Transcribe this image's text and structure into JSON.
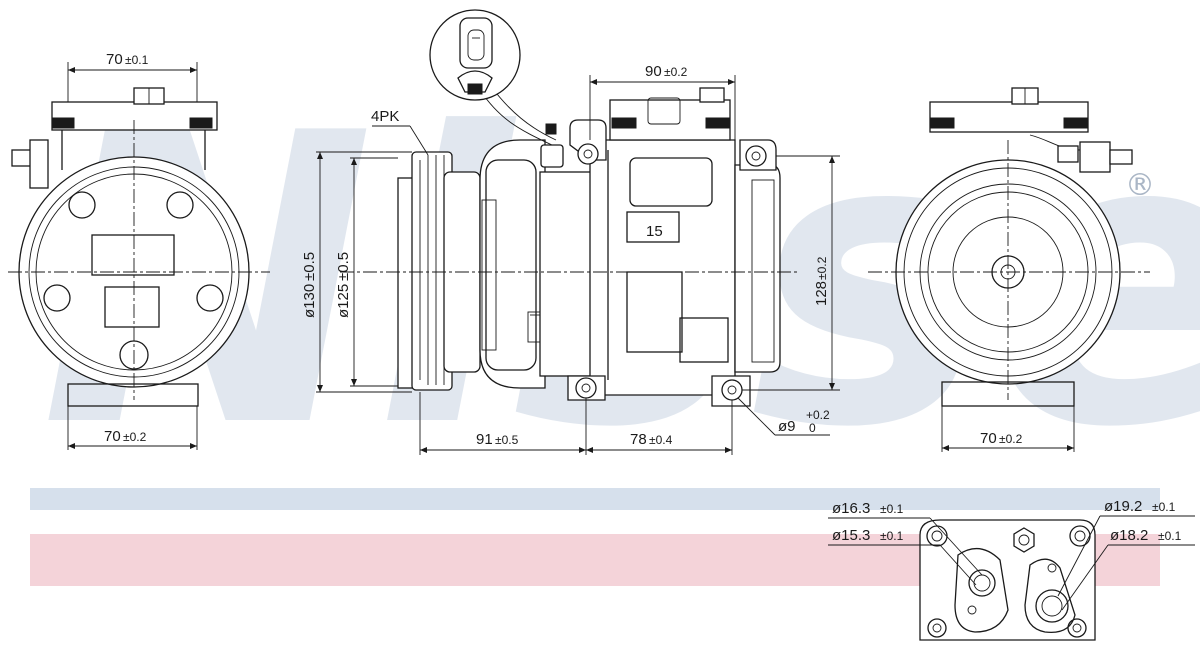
{
  "watermark": {
    "brand": "Nissens",
    "registered_mark": "®"
  },
  "colors": {
    "band_blue": "#d6e0ec",
    "band_red": "#f4d3d9",
    "watermark": "#c9d4e2",
    "line": "#1a1a1a"
  },
  "front_view": {
    "top_width": "70",
    "top_tol": "±0.1",
    "bottom_width": "70",
    "bottom_tol": "±0.2"
  },
  "side_view": {
    "belt_label": "4PK",
    "pulley_dia_outer": "ø130",
    "pulley_dia_outer_tol": "±0.5",
    "pulley_dia_inner": "ø125",
    "pulley_dia_inner_tol": "±0.5",
    "top_width": "90",
    "top_tol": "±0.2",
    "height": "128",
    "height_tol": "±0.2",
    "part_label": "15",
    "bottom_left": "91",
    "bottom_left_tol": "±0.5",
    "bottom_right": "78",
    "bottom_right_tol": "±0.4",
    "hole": "ø9",
    "hole_tol_upper": "+0.2",
    "hole_tol_lower": "0"
  },
  "rear_view": {
    "bottom_width": "70",
    "bottom_tol": "±0.2"
  },
  "port_view": {
    "d1": "ø16.3",
    "d1_tol": "±0.1",
    "d2": "ø15.3",
    "d2_tol": "±0.1",
    "d3": "ø19.2",
    "d3_tol": "±0.1",
    "d4": "ø18.2",
    "d4_tol": "±0.1"
  }
}
